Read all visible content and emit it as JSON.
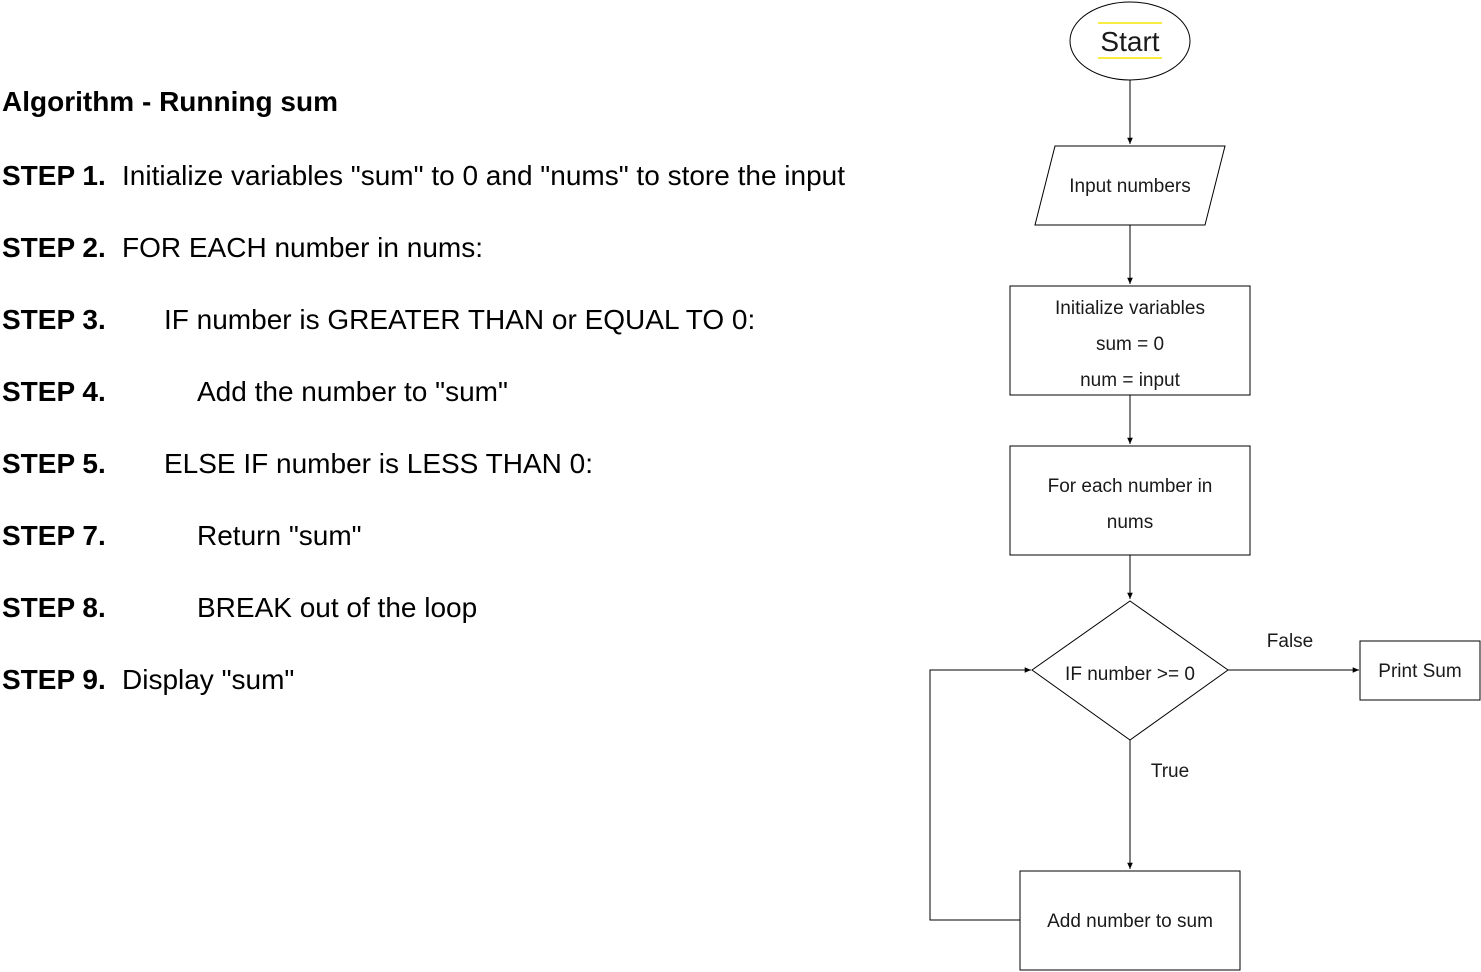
{
  "algorithm": {
    "title": "Algorithm - Running sum",
    "steps": [
      {
        "label": "STEP 1.",
        "text": "Initialize variables \"sum\" to 0 and \"nums\" to store the input"
      },
      {
        "label": "STEP 2.",
        "text": "FOR EACH number in nums:"
      },
      {
        "label": "STEP 3.",
        "text": "IF number is GREATER THAN or EQUAL TO 0:"
      },
      {
        "label": "STEP 4.",
        "text": "Add the number to \"sum\""
      },
      {
        "label": "STEP 5.",
        "text": "ELSE IF number is LESS THAN 0:"
      },
      {
        "label": "STEP 7.",
        "text": "Return \"sum\""
      },
      {
        "label": "STEP 8.",
        "text": "BREAK out of the loop"
      },
      {
        "label": "STEP 9.",
        "text": "Display \"sum\""
      }
    ]
  },
  "flowchart": {
    "start": "Start",
    "input": "Input numbers",
    "init": [
      "Initialize variables",
      "sum = 0",
      "num = input"
    ],
    "loop": [
      "For each number in",
      "nums"
    ],
    "decision": "IF number >= 0",
    "false_label": "False",
    "true_label": "True",
    "print": "Print Sum",
    "add": "Add number to sum",
    "start_highlight_color": "#f5e600"
  }
}
